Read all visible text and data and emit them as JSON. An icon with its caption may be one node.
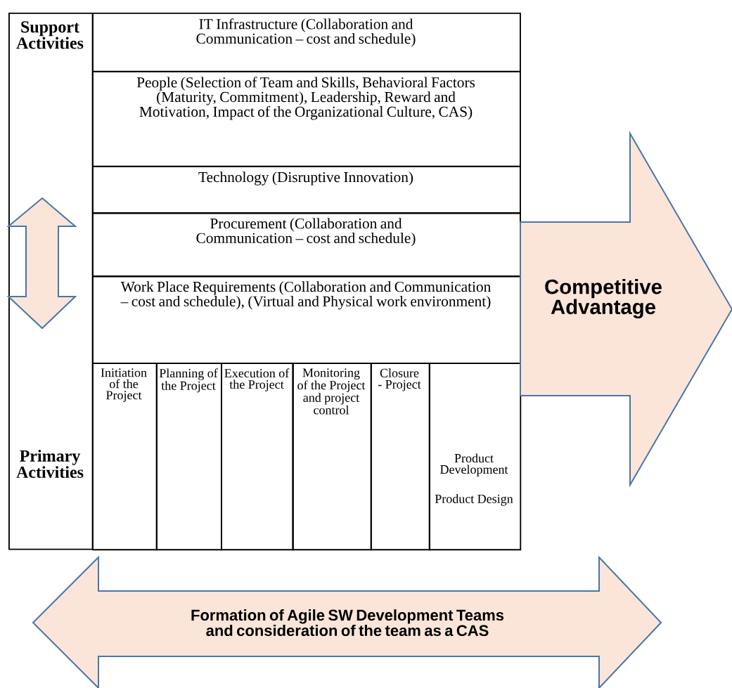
{
  "diagram": {
    "nodes": [
      {
        "text": [
          "Support Activities",
          "Primary Activities"
        ]
      },
      {
        "text": [],
        "shape": "arrow",
        "in": 0
      },
      {
        "text": [
          "IT Infrastructure (Collaboration and Communication – cost and schedule)"
        ]
      },
      {
        "text": [
          "People (Selection of Team and Skills, Behavioral Factors (Maturity, Commitment), Leadership, Reward and Motivation, Impact of the Organizational Culture, CAS)"
        ]
      },
      {
        "text": [
          "Technology (Disruptive Innovation)"
        ]
      },
      {
        "text": [
          "Procurement (Collaboration and Communication – cost and schedule)"
        ]
      },
      {
        "text": [
          "Work Place Requirements (Collaboration and Communication – cost and schedule), (Virtual and Physical work environment)"
        ]
      },
      {
        "text": [
          "Initiation of the Project"
        ]
      },
      {
        "text": [
          "Planning of the Project"
        ]
      },
      {
        "text": [
          "Execution of the Project"
        ]
      },
      {
        "text": [
          "Monitoring of the Project and project control"
        ]
      },
      {
        "text": [
          "Closure - Project"
        ]
      },
      {
        "text": [
          "Product Development",
          "Product Design"
        ]
      },
      {
        "text": [
          "Competitive Advantage"
        ]
      },
      {
        "text": [
          "Formation of Agile SW Development Teams and consideration of the team as a CAS"
        ]
      }
    ]
  }
}
